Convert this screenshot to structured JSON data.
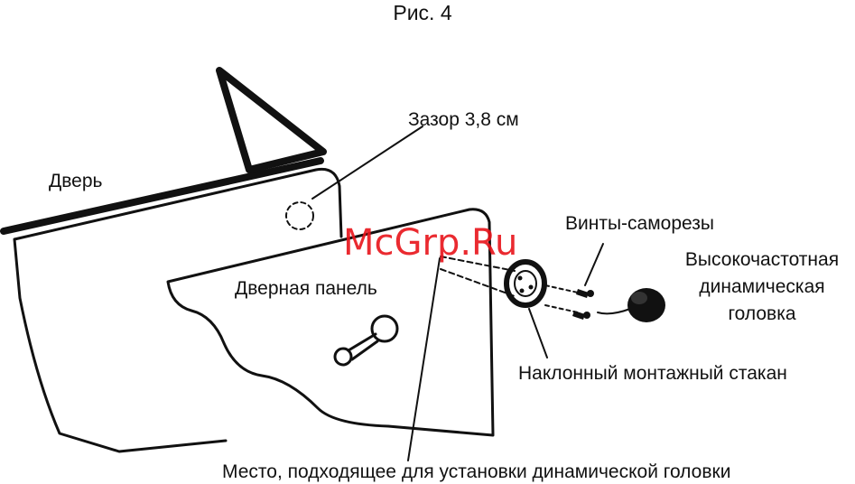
{
  "figure": {
    "title": "Рис. 4",
    "labels": {
      "door": "Дверь",
      "gap": "Зазор 3,8  см",
      "screws": "Винты-саморезы",
      "tweeter_line1": "Высокочастотная",
      "tweeter_line2": "динамическая",
      "tweeter_line3": "головка",
      "door_panel": "Дверная панель",
      "mount_cup": "Наклонный монтажный стакан",
      "location": "Место, подходящее для установки динамической головки"
    },
    "watermark": "McGrp.Ru"
  },
  "colors": {
    "ink": "#111111",
    "watermark": "#e8141a",
    "background": "#ffffff"
  }
}
